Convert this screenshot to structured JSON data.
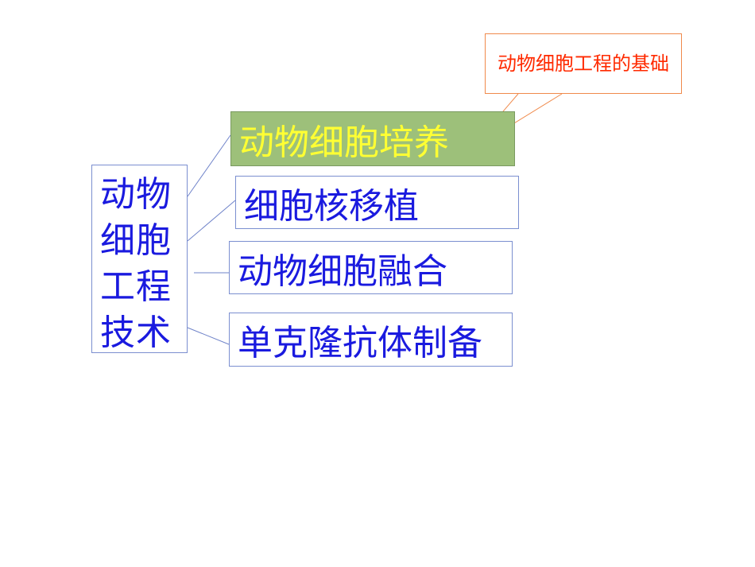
{
  "root": {
    "label": "动物细胞工程技术"
  },
  "branches": [
    {
      "label": "动物细胞培养"
    },
    {
      "label": "细胞核移植"
    },
    {
      "label": "动物细胞融合"
    },
    {
      "label": "单克隆抗体制备"
    }
  ],
  "callout": {
    "text": "动物细胞工程的基础"
  },
  "colors": {
    "text_blue": "#1a1adf",
    "highlight_fill": "#9dc07a",
    "highlight_text": "#ffff33",
    "callout_text": "#ff2a00",
    "callout_border": "#f08a4b",
    "connector": "#6f83c9"
  }
}
